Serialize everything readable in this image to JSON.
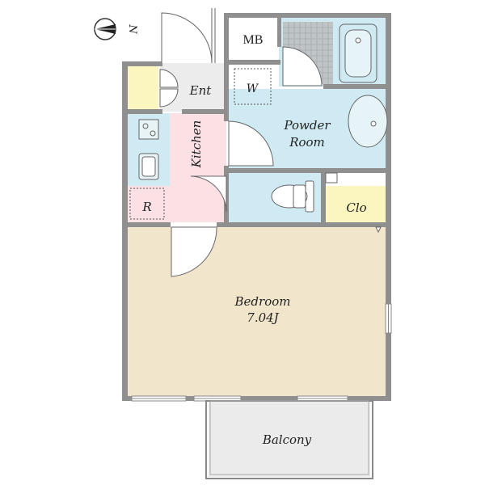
{
  "compass": {
    "label": "N",
    "icon": "north-arrow-icon"
  },
  "rooms": {
    "mb": "MB",
    "entrance": "Ent",
    "washer": "W",
    "kitchen": "Kitchen",
    "powder_line1": "Powder",
    "powder_line2": "Room",
    "refrigerator": "R",
    "closet": "Clo",
    "bedroom": "Bedroom",
    "bedroom_size": "7.04J",
    "balcony": "Balcony"
  },
  "colors": {
    "wet_area": "#cfeaf2",
    "kitchen": "#fbe0e4",
    "bedroom": "#f1e6cc",
    "shoe_closet": "#fbf5c0",
    "closet": "#fbf5c0",
    "balcony": "#ebebeb",
    "wall": "#8f8f8f"
  }
}
